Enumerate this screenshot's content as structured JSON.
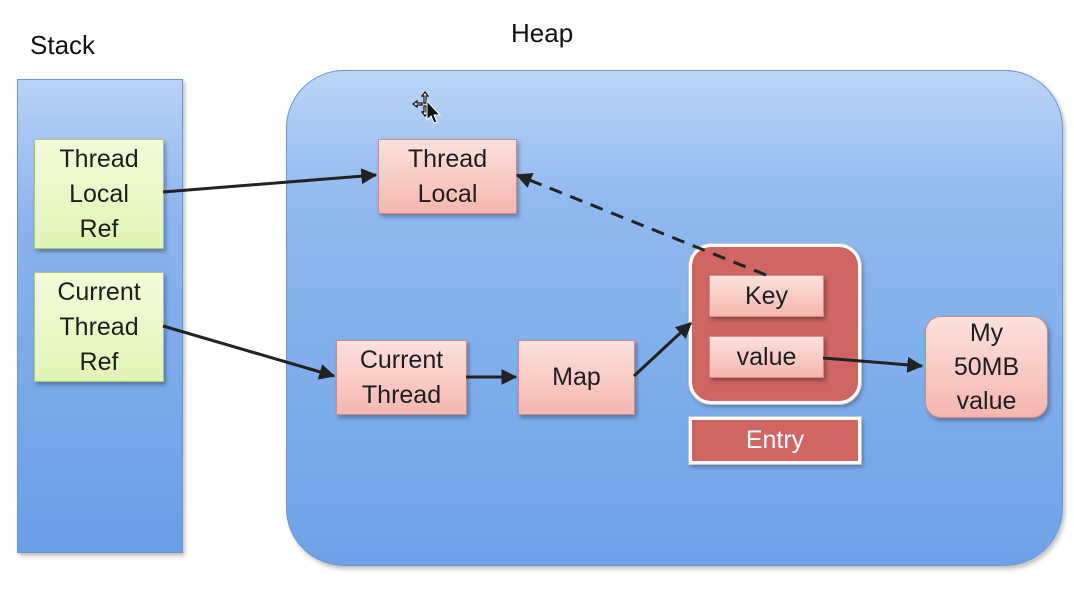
{
  "labels": {
    "stack": "Stack",
    "heap": "Heap"
  },
  "stack_items": {
    "thread_local_ref": "Thread\nLocal\nRef",
    "current_thread_ref": "Current\nThread\nRef"
  },
  "heap_items": {
    "thread_local": "Thread\nLocal",
    "current_thread": "Current\nThread",
    "map": "Map",
    "key": "Key",
    "value": "value",
    "entry": "Entry",
    "my_value": "My\n50MB\nvalue"
  },
  "colors": {
    "stack_fill": "#8ab4ee",
    "heap_fill": "#8fb8ef",
    "ref_box": "#dff5b4",
    "object_box": "#f5b6b0",
    "entry": "#cf6664",
    "arrow": "#222222"
  },
  "icons": {
    "cursor": "move-cursor-icon"
  }
}
